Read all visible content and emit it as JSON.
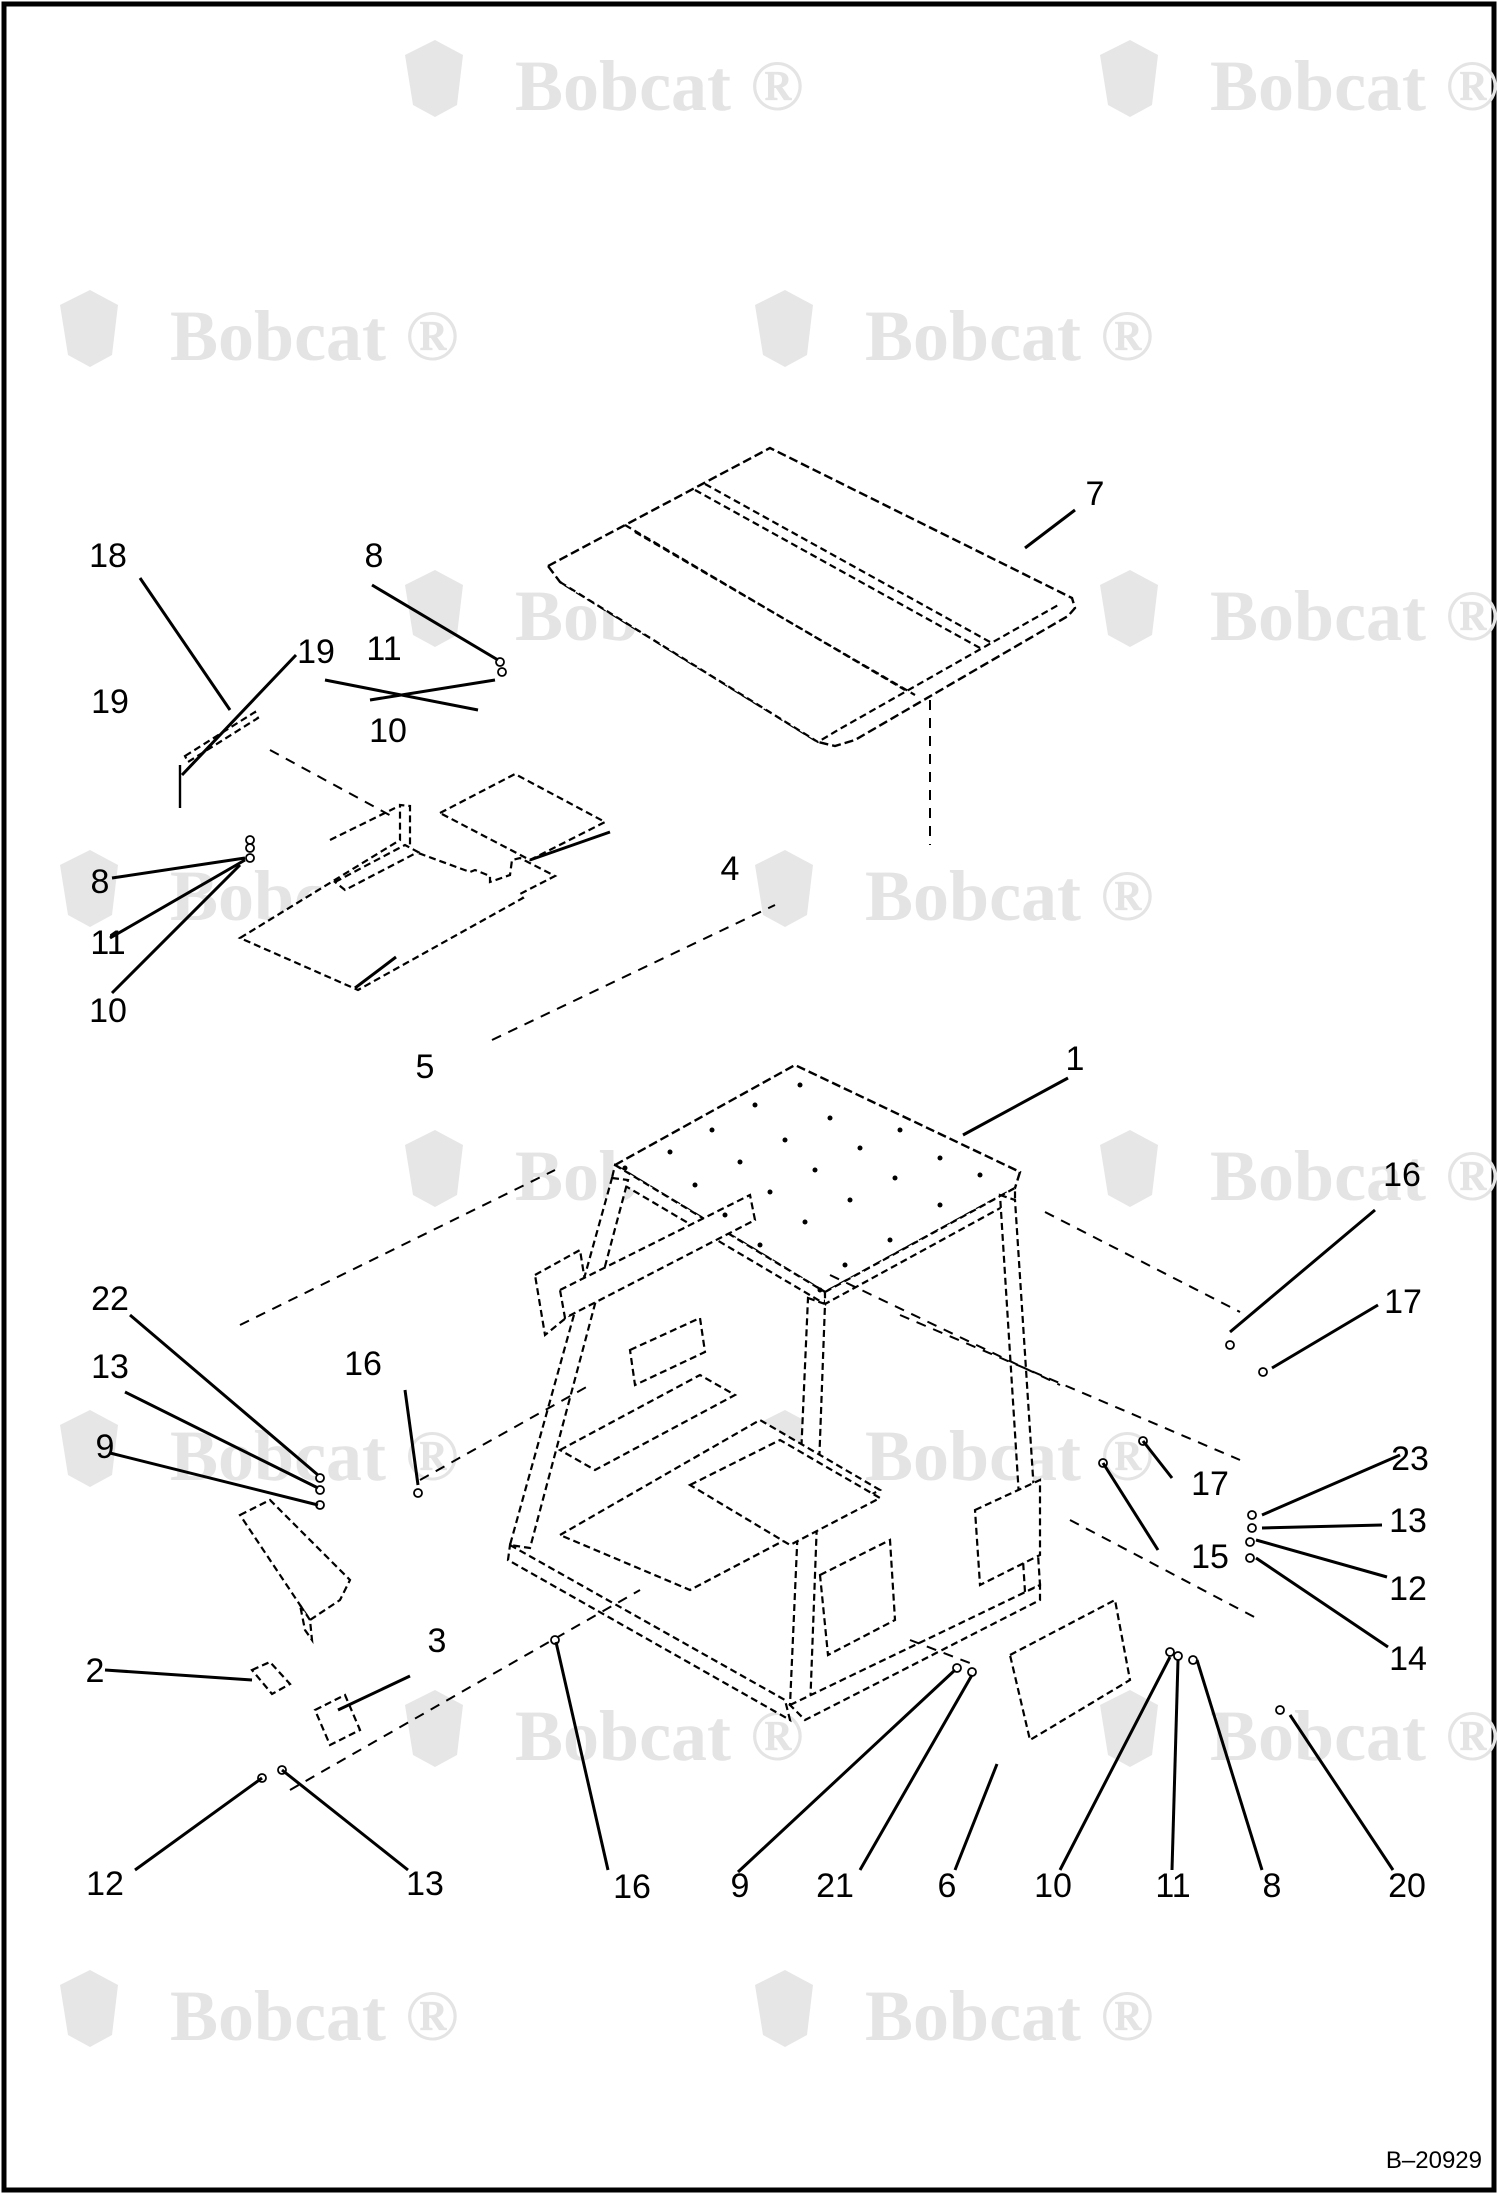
{
  "watermark": {
    "text": "Bobcat",
    "mark": "®"
  },
  "drawing_code": "B–20929",
  "callouts": [
    {
      "id": "c7",
      "text": "7"
    },
    {
      "id": "c18",
      "text": "18"
    },
    {
      "id": "c8a",
      "text": "8"
    },
    {
      "id": "c19a",
      "text": "19"
    },
    {
      "id": "c11a",
      "text": "11"
    },
    {
      "id": "c19b",
      "text": "19"
    },
    {
      "id": "c10a",
      "text": "10"
    },
    {
      "id": "c4",
      "text": "4"
    },
    {
      "id": "c8b",
      "text": "8"
    },
    {
      "id": "c11b",
      "text": "11"
    },
    {
      "id": "c10b",
      "text": "10"
    },
    {
      "id": "c5",
      "text": "5"
    },
    {
      "id": "c1",
      "text": "1"
    },
    {
      "id": "c16a",
      "text": "16"
    },
    {
      "id": "c17a",
      "text": "17"
    },
    {
      "id": "c22",
      "text": "22"
    },
    {
      "id": "c13a",
      "text": "13"
    },
    {
      "id": "c16b",
      "text": "16"
    },
    {
      "id": "c9a",
      "text": "9"
    },
    {
      "id": "c17b",
      "text": "17"
    },
    {
      "id": "c23",
      "text": "23"
    },
    {
      "id": "c13b",
      "text": "13"
    },
    {
      "id": "c15",
      "text": "15"
    },
    {
      "id": "c12a",
      "text": "12"
    },
    {
      "id": "c14",
      "text": "14"
    },
    {
      "id": "c2",
      "text": "2"
    },
    {
      "id": "c3",
      "text": "3"
    },
    {
      "id": "c12b",
      "text": "12"
    },
    {
      "id": "c13c",
      "text": "13"
    },
    {
      "id": "c16c",
      "text": "16"
    },
    {
      "id": "c9b",
      "text": "9"
    },
    {
      "id": "c21",
      "text": "21"
    },
    {
      "id": "c6",
      "text": "6"
    },
    {
      "id": "c10c",
      "text": "10"
    },
    {
      "id": "c11c",
      "text": "11"
    },
    {
      "id": "c8c",
      "text": "8"
    },
    {
      "id": "c20",
      "text": "20"
    }
  ]
}
